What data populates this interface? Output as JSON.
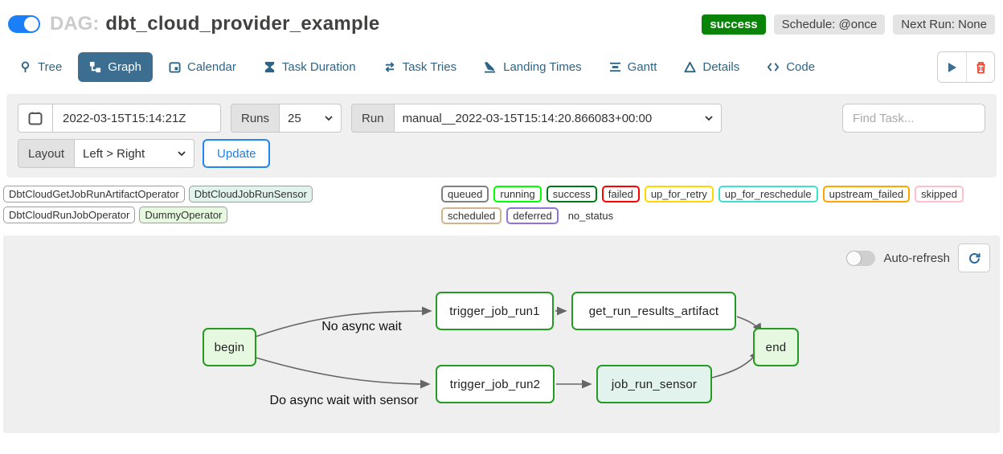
{
  "header": {
    "dag_prefix": "DAG:",
    "dag_title": "dbt_cloud_provider_example",
    "status_badge": "success",
    "schedule_badge": "Schedule: @once",
    "next_run_badge": "Next Run: None",
    "status_badge_color": "#0a8408"
  },
  "tabs": [
    {
      "label": "Tree",
      "icon": "pin-icon",
      "active": false
    },
    {
      "label": "Graph",
      "icon": "graph-icon",
      "active": true
    },
    {
      "label": "Calendar",
      "icon": "calendar-icon",
      "active": false
    },
    {
      "label": "Task Duration",
      "icon": "hourglass-icon",
      "active": false
    },
    {
      "label": "Task Tries",
      "icon": "repeat-icon",
      "active": false
    },
    {
      "label": "Landing Times",
      "icon": "plane-landing-icon",
      "active": false
    },
    {
      "label": "Gantt",
      "icon": "gantt-icon",
      "active": false
    },
    {
      "label": "Details",
      "icon": "triangle-icon",
      "active": false
    },
    {
      "label": "Code",
      "icon": "code-icon",
      "active": false
    }
  ],
  "toolbar": {
    "icons": [
      "play-icon",
      "trash-icon"
    ],
    "play_color": "#3c6e91",
    "trash_color": "#e8432d"
  },
  "filters": {
    "date_value": "2022-03-15T15:14:21Z",
    "runs_label": "Runs",
    "runs_value": "25",
    "run_label": "Run",
    "run_value": "manual__2022-03-15T15:14:20.866083+00:00",
    "find_task_placeholder": "Find Task...",
    "layout_label": "Layout",
    "layout_value": "Left > Right",
    "update_label": "Update"
  },
  "legend": {
    "operators": [
      {
        "label": "DbtCloudGetJobRunArtifactOperator",
        "fill": "#ffffff"
      },
      {
        "label": "DbtCloudJobRunSensor",
        "fill": "#e2f3ee"
      },
      {
        "label": "DbtCloudRunJobOperator",
        "fill": "#ffffff"
      },
      {
        "label": "DummyOperator",
        "fill": "#e6f9e0"
      }
    ],
    "statuses": [
      {
        "label": "queued",
        "border": "#808080"
      },
      {
        "label": "running",
        "border": "#00ff00"
      },
      {
        "label": "success",
        "border": "#007a18"
      },
      {
        "label": "failed",
        "border": "#ff0000"
      },
      {
        "label": "up_for_retry",
        "border": "#ffd700"
      },
      {
        "label": "up_for_reschedule",
        "border": "#40e0d0"
      },
      {
        "label": "upstream_failed",
        "border": "#ffa500"
      },
      {
        "label": "skipped",
        "border": "#ffc0cb"
      },
      {
        "label": "scheduled",
        "border": "#d2b48c"
      },
      {
        "label": "deferred",
        "border": "#9370db"
      }
    ],
    "no_status_label": "no_status"
  },
  "graph": {
    "auto_refresh_label": "Auto-refresh",
    "node_border": "#259b24",
    "edge_color": "#666666",
    "nodes": [
      {
        "label": "begin",
        "fill": "#e6f9e0",
        "border": "#259b24"
      },
      {
        "label": "trigger_job_run1",
        "fill": "#ffffff",
        "border": "#259b24"
      },
      {
        "label": "get_run_results_artifact",
        "fill": "#ffffff",
        "border": "#259b24"
      },
      {
        "label": "trigger_job_run2",
        "fill": "#ffffff",
        "border": "#259b24"
      },
      {
        "label": "job_run_sensor",
        "fill": "#e2f3ee",
        "border": "#259b24"
      },
      {
        "label": "end",
        "fill": "#e6f9e0",
        "border": "#259b24"
      }
    ],
    "edge_labels": [
      {
        "text": "No async wait"
      },
      {
        "text": "Do async wait with sensor"
      }
    ]
  }
}
